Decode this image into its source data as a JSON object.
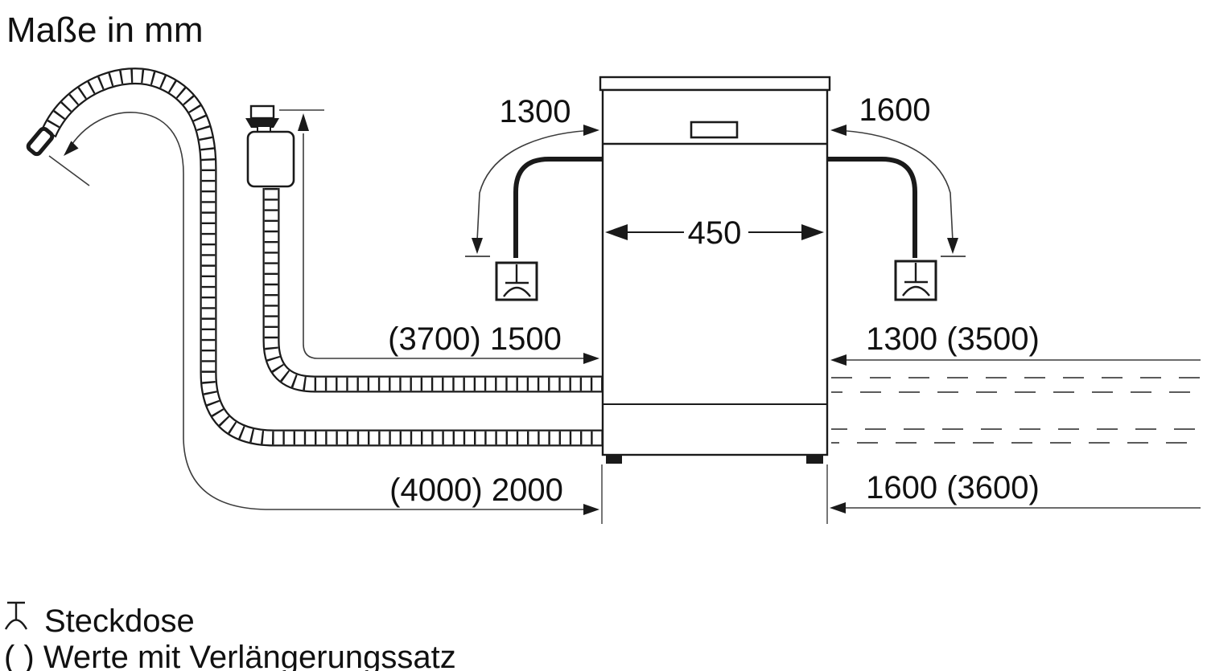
{
  "title": "Maße in mm",
  "dimensions": {
    "cord_left": "1300",
    "cord_right": "1600",
    "appliance_width": "450",
    "supply_hose_left": "(3700) 1500",
    "supply_hose_right": "1300 (3500)",
    "drain_hose_left": "(4000) 2000",
    "drain_hose_right": "1600 (3600)"
  },
  "legend": {
    "socket_label": "Steckdose",
    "extension_note": "( ) Werte mit Verlängerungssatz"
  },
  "colors": {
    "ink": "#1a1a1a",
    "dimension_line": "#3c3c3c",
    "background": "#ffffff"
  }
}
